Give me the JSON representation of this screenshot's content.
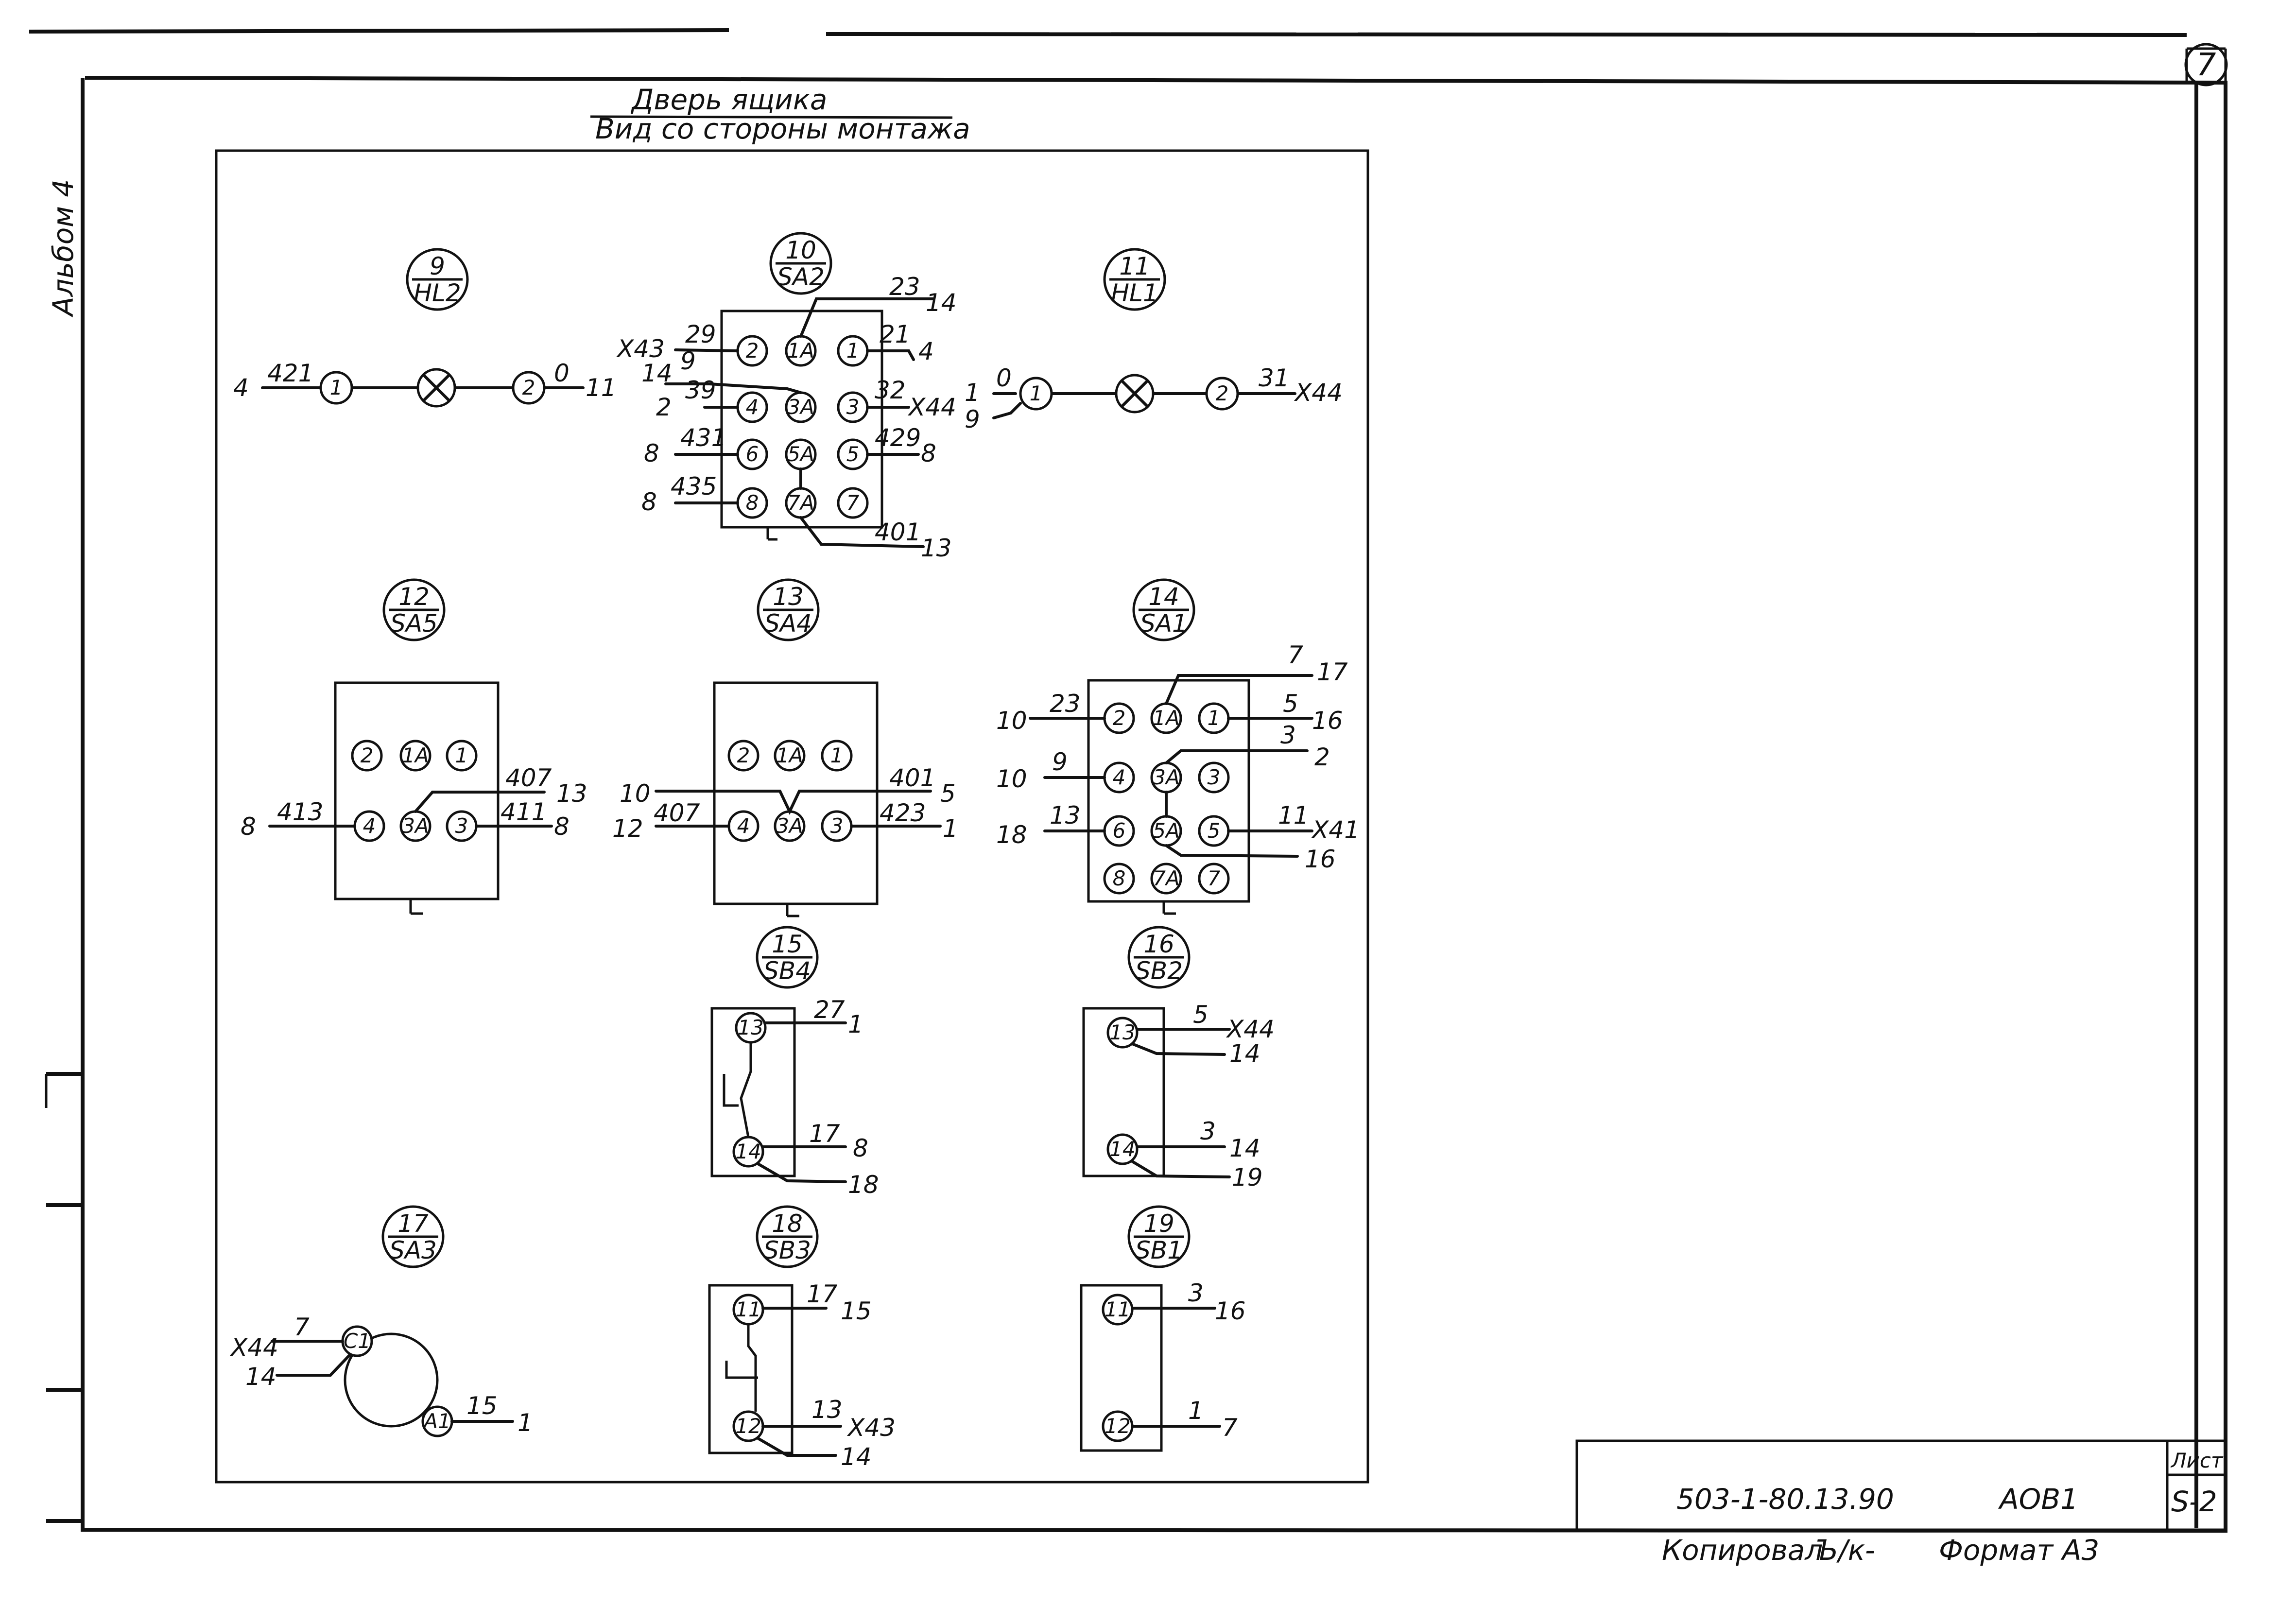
{
  "header": {
    "line1": "Дверь ящика",
    "line2": "Вид со стороны монтажа"
  },
  "margin_label": "Альбом 4",
  "sheet_circle_number": "7",
  "title_block": {
    "code": "503-1-80.13.90",
    "stage": "АОВ1",
    "sheet_label": "Лист",
    "sheet_value": "S-2",
    "copied": "Копировал",
    "copied_sign": "Ъ/к-",
    "format": "Формат А3"
  },
  "devices": [
    {
      "num": "9",
      "ref": "HL2"
    },
    {
      "num": "10",
      "ref": "SA2"
    },
    {
      "num": "11",
      "ref": "HL1"
    },
    {
      "num": "12",
      "ref": "SA5"
    },
    {
      "num": "13",
      "ref": "SA4"
    },
    {
      "num": "14",
      "ref": "SA1"
    },
    {
      "num": "15",
      "ref": "SB4"
    },
    {
      "num": "16",
      "ref": "SB2"
    },
    {
      "num": "17",
      "ref": "SA3"
    },
    {
      "num": "18",
      "ref": "SB3"
    },
    {
      "num": "19",
      "ref": "SB1"
    }
  ],
  "terminals": [
    "1",
    "2",
    "3",
    "4",
    "5",
    "6",
    "7",
    "8",
    "1А",
    "3А",
    "5А",
    "7А",
    "13",
    "14",
    "11",
    "12",
    "С1",
    "А1"
  ],
  "wires": {
    "hl2": [
      "4",
      "421",
      "0",
      "11"
    ],
    "sa2": [
      "23",
      "14",
      "Х43",
      "29",
      "21",
      "4",
      "14",
      "9",
      "2",
      "39",
      "32",
      "Х44",
      "8",
      "431",
      "429",
      "8",
      "8",
      "435",
      "401",
      "13"
    ],
    "hl1": [
      "1",
      "0",
      "9",
      "31",
      "Х44"
    ],
    "sa5": [
      "407",
      "13",
      "8",
      "413",
      "411",
      "8"
    ],
    "sa4": [
      "10",
      "401",
      "5",
      "12",
      "407",
      "423",
      "1"
    ],
    "sa1": [
      "7",
      "17",
      "10",
      "23",
      "5",
      "16",
      "3",
      "2",
      "10",
      "9",
      "18",
      "13",
      "11",
      "Х41",
      "16"
    ],
    "sb4": [
      "27",
      "1",
      "17",
      "8",
      "18"
    ],
    "sb2": [
      "5",
      "Х44",
      "14",
      "3",
      "14",
      "19"
    ],
    "sa3": [
      "Х44",
      "7",
      "14",
      "15",
      "1"
    ],
    "sb3": [
      "17",
      "15",
      "13",
      "Х43",
      "14"
    ],
    "sb1": [
      "3",
      "16",
      "1",
      "7"
    ]
  }
}
